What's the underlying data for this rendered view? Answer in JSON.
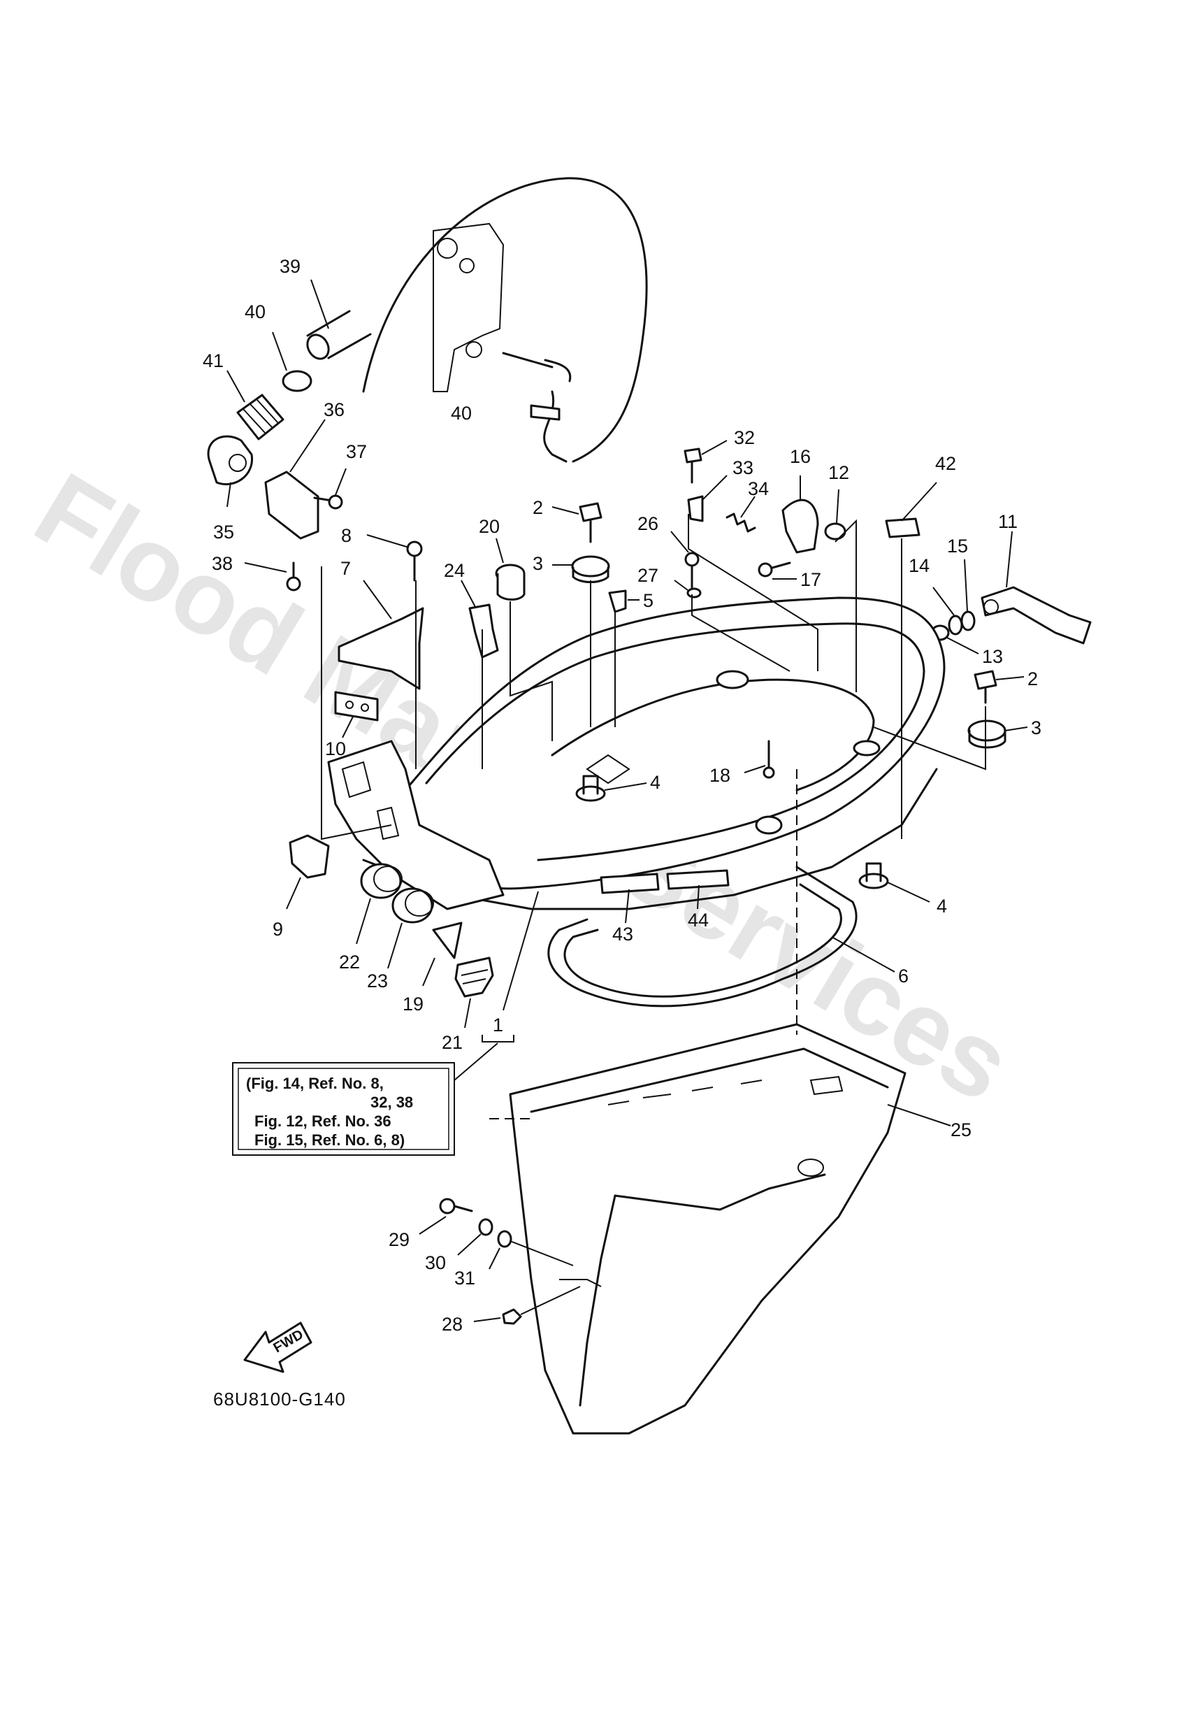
{
  "watermark": "Flood Marine Services",
  "diagram_code": "68U8100-G140",
  "direction_label": "FWD",
  "reference_note": {
    "lines": [
      "(Fig. 14, Ref. No. 8,",
      "32, 38",
      "Fig. 12, Ref. No. 36",
      "Fig. 15, Ref. No. 6, 8)"
    ]
  },
  "callouts": [
    "39",
    "40",
    "41",
    "36",
    "37",
    "35",
    "38",
    "40",
    "32",
    "33",
    "34",
    "16",
    "12",
    "42",
    "2",
    "20",
    "3",
    "8",
    "7",
    "24",
    "5",
    "26",
    "27",
    "17",
    "15",
    "14",
    "11",
    "13",
    "2",
    "3",
    "10",
    "18",
    "4",
    "9",
    "22",
    "23",
    "19",
    "21",
    "1",
    "4",
    "43",
    "44",
    "6",
    "25",
    "29",
    "30",
    "31",
    "28"
  ]
}
